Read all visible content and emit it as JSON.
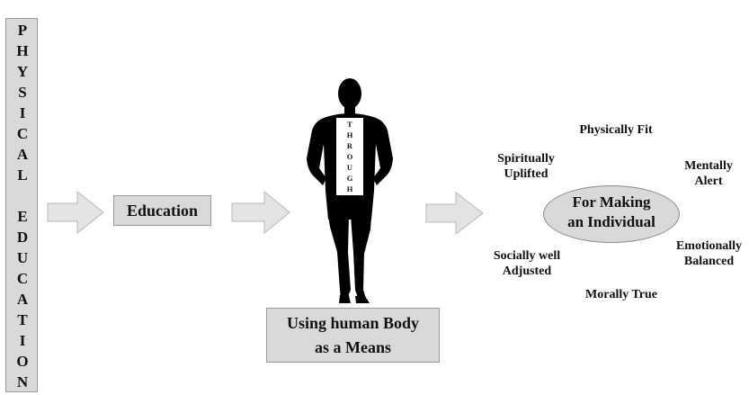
{
  "left_bar": {
    "letters": [
      "P",
      "H",
      "Y",
      "S",
      "I",
      "C",
      "A",
      "L",
      "",
      "E",
      "D",
      "U",
      "C",
      "A",
      "T",
      "I",
      "O",
      "N"
    ]
  },
  "education_box": {
    "label": "Education"
  },
  "through": {
    "letters": [
      "T",
      "H",
      "R",
      "O",
      "U",
      "G",
      "H"
    ]
  },
  "means_box": {
    "line1": "Using human Body",
    "line2": "as a Means"
  },
  "center": {
    "line1": "For Making",
    "line2": "an Individual"
  },
  "qualities": [
    {
      "line1": "Physically Fit",
      "line2": ""
    },
    {
      "line1": "Mentally",
      "line2": "Alert"
    },
    {
      "line1": "Emotionally",
      "line2": "Balanced"
    },
    {
      "line1": "Morally True",
      "line2": ""
    },
    {
      "line1": "Socially well",
      "line2": "Adjusted"
    },
    {
      "line1": "Spiritually",
      "line2": "Uplifted"
    }
  ],
  "colors": {
    "box_fill": "#d9d9d9",
    "figure": "#000000",
    "arrow_fill": "#e3e3e3"
  }
}
